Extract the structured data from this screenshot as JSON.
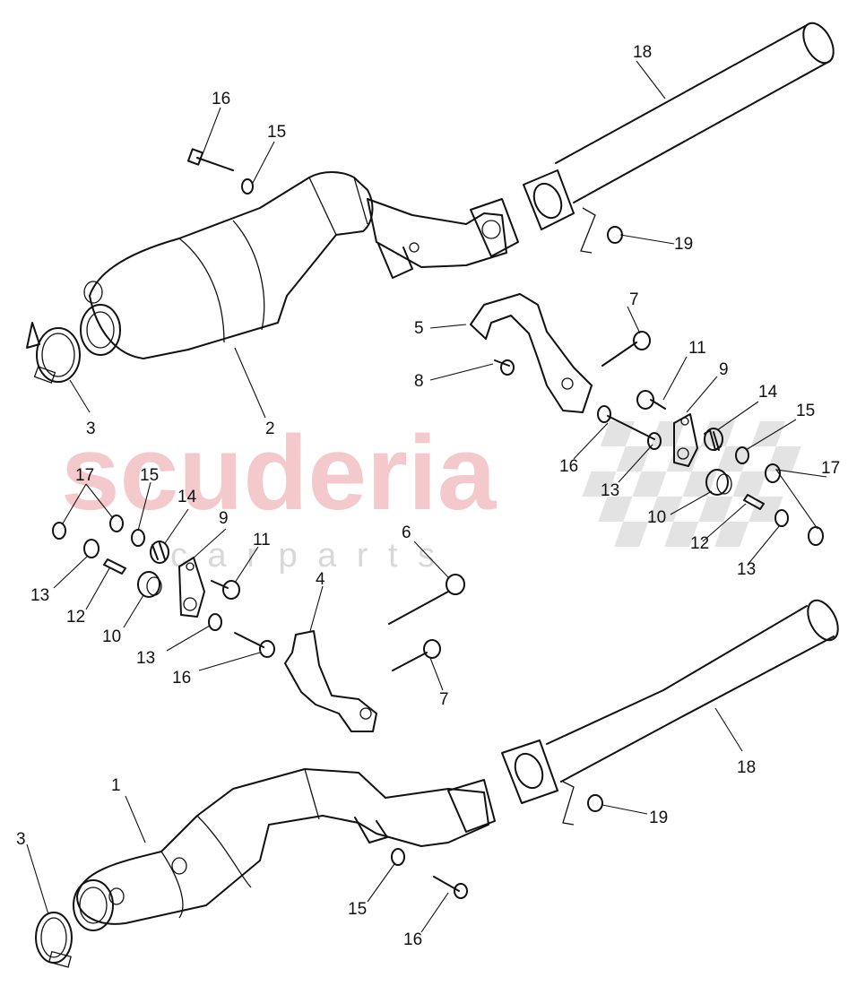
{
  "watermark": {
    "brand": "scuderia",
    "tagline": "c a r   p a r t s"
  },
  "callouts": {
    "c1": "1",
    "c2": "2",
    "c3a": "3",
    "c3b": "3",
    "c4": "4",
    "c5": "5",
    "c6": "6",
    "c7a": "7",
    "c7b": "7",
    "c8": "8",
    "c9a": "9",
    "c9b": "9",
    "c10a": "10",
    "c10b": "10",
    "c11a": "11",
    "c11b": "11",
    "c12a": "12",
    "c12b": "12",
    "c13a": "13",
    "c13b": "13",
    "c13c": "13",
    "c13d": "13",
    "c14a": "14",
    "c14b": "14",
    "c15a": "15",
    "c15b": "15",
    "c15c": "15",
    "c16a": "16",
    "c16b": "16",
    "c16c": "16",
    "c16d": "16",
    "c17a": "17",
    "c17b": "17",
    "c18a": "18",
    "c18b": "18",
    "c19a": "19",
    "c19b": "19"
  }
}
